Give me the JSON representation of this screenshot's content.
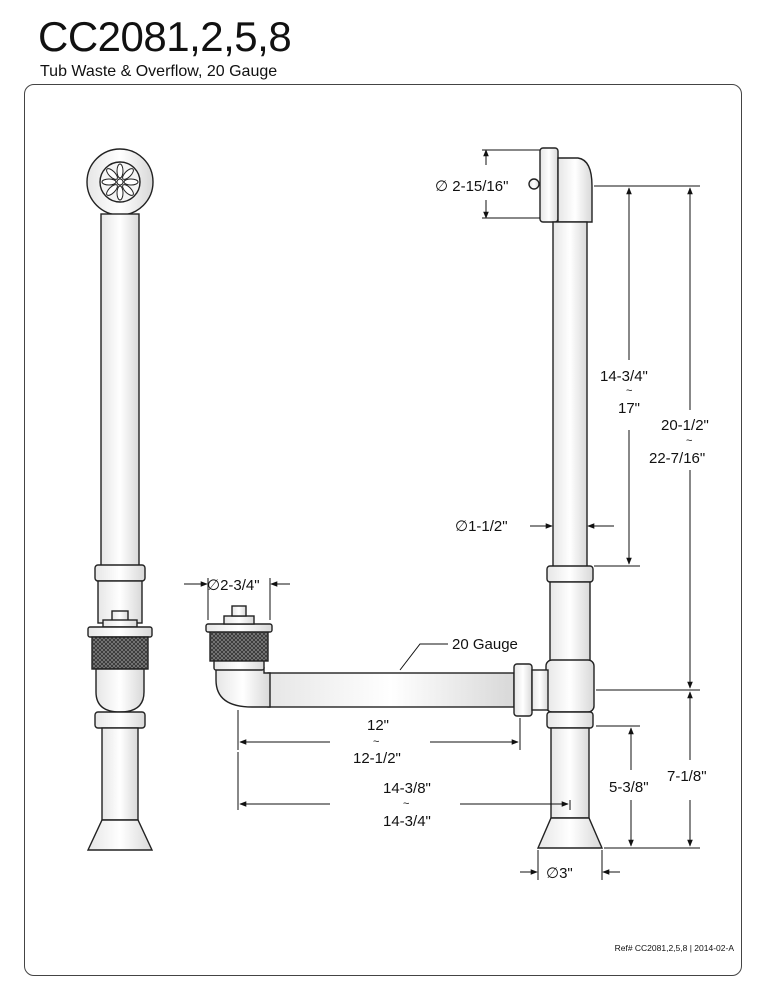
{
  "header": {
    "title": "CC2081,2,5,8",
    "subtitle": "Tub Waste & Overflow, 20 Gauge"
  },
  "dimensions": {
    "overflow_diameter": "∅ 2-15/16\"",
    "upper_height_min": "14-3/4\"",
    "upper_height_max": "17\"",
    "total_height_min": "20-1/2\"",
    "total_height_max": "22-7/16\"",
    "pipe_diameter": "∅1-1/2\"",
    "drain_diameter": "∅2-3/4\"",
    "gauge_label": "20 Gauge",
    "horizontal_min": "12\"",
    "horizontal_max": "12-1/2\"",
    "span_min": "14-3/8\"",
    "span_max": "14-3/4\"",
    "lower_height": "5-3/8\"",
    "base_height": "7-1/8\"",
    "flange_diameter": "∅3\"",
    "tilde": "~"
  },
  "footer": {
    "reference": "Ref# CC2081,2,5,8 | 2014-02-A"
  }
}
